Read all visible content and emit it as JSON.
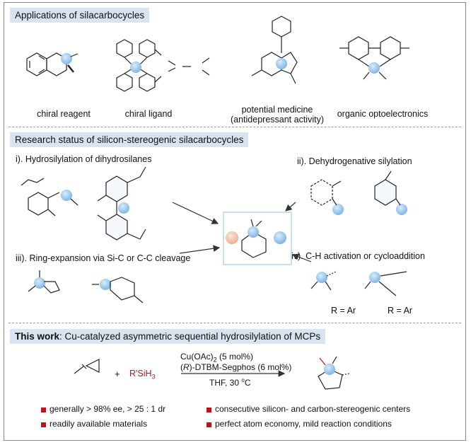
{
  "section1": {
    "header": "Applications of silacarbocycles",
    "captions": [
      "chiral reagent",
      "chiral ligand",
      "potential medicine",
      "(antidepressant activity)",
      "organic optoelectronics"
    ]
  },
  "section2": {
    "header": "Research status of silicon-stereogenic silacarbocycles",
    "method_i": "i). Hydrosilylation of dihydrosilanes",
    "method_ii": "ii). Dehydrogenative silylation",
    "method_iii": "iii). Ring-expansion via Si-C or C-C cleavage",
    "method_iv": "iv). C-H activation or cycloaddition",
    "r_equals_ar": "R = Ar"
  },
  "section3": {
    "header_bold": "This work",
    "header_rest": ": Cu-catalyzed asymmetric sequential hydrosilylation of MCPs",
    "catalyst": "Cu(OAc)",
    "catalyst_sub": "2",
    "catalyst_loading": " (5 mol%)",
    "ligand_r": "R",
    "ligand_rest": "-DTBM-Segphos (6 mol%)",
    "conditions": "THF, 30 ",
    "conditions_unit": "C",
    "plus": "+",
    "silane": "R'SiH",
    "silane_sub": "3",
    "bullets": [
      "generally > 98% ee, > 25 : 1 dr",
      "readily available materials",
      "consecutive silicon- and carbon-stereogenic centers",
      "perfect atom economy, mild reaction conditions"
    ]
  },
  "colors": {
    "header_bg": "#d9e4f0",
    "si_blue": "#9cc8ec",
    "accent_red": "#c0121c",
    "sphere_orange": "#f4c7b0",
    "box_border": "#b7d3ec"
  }
}
